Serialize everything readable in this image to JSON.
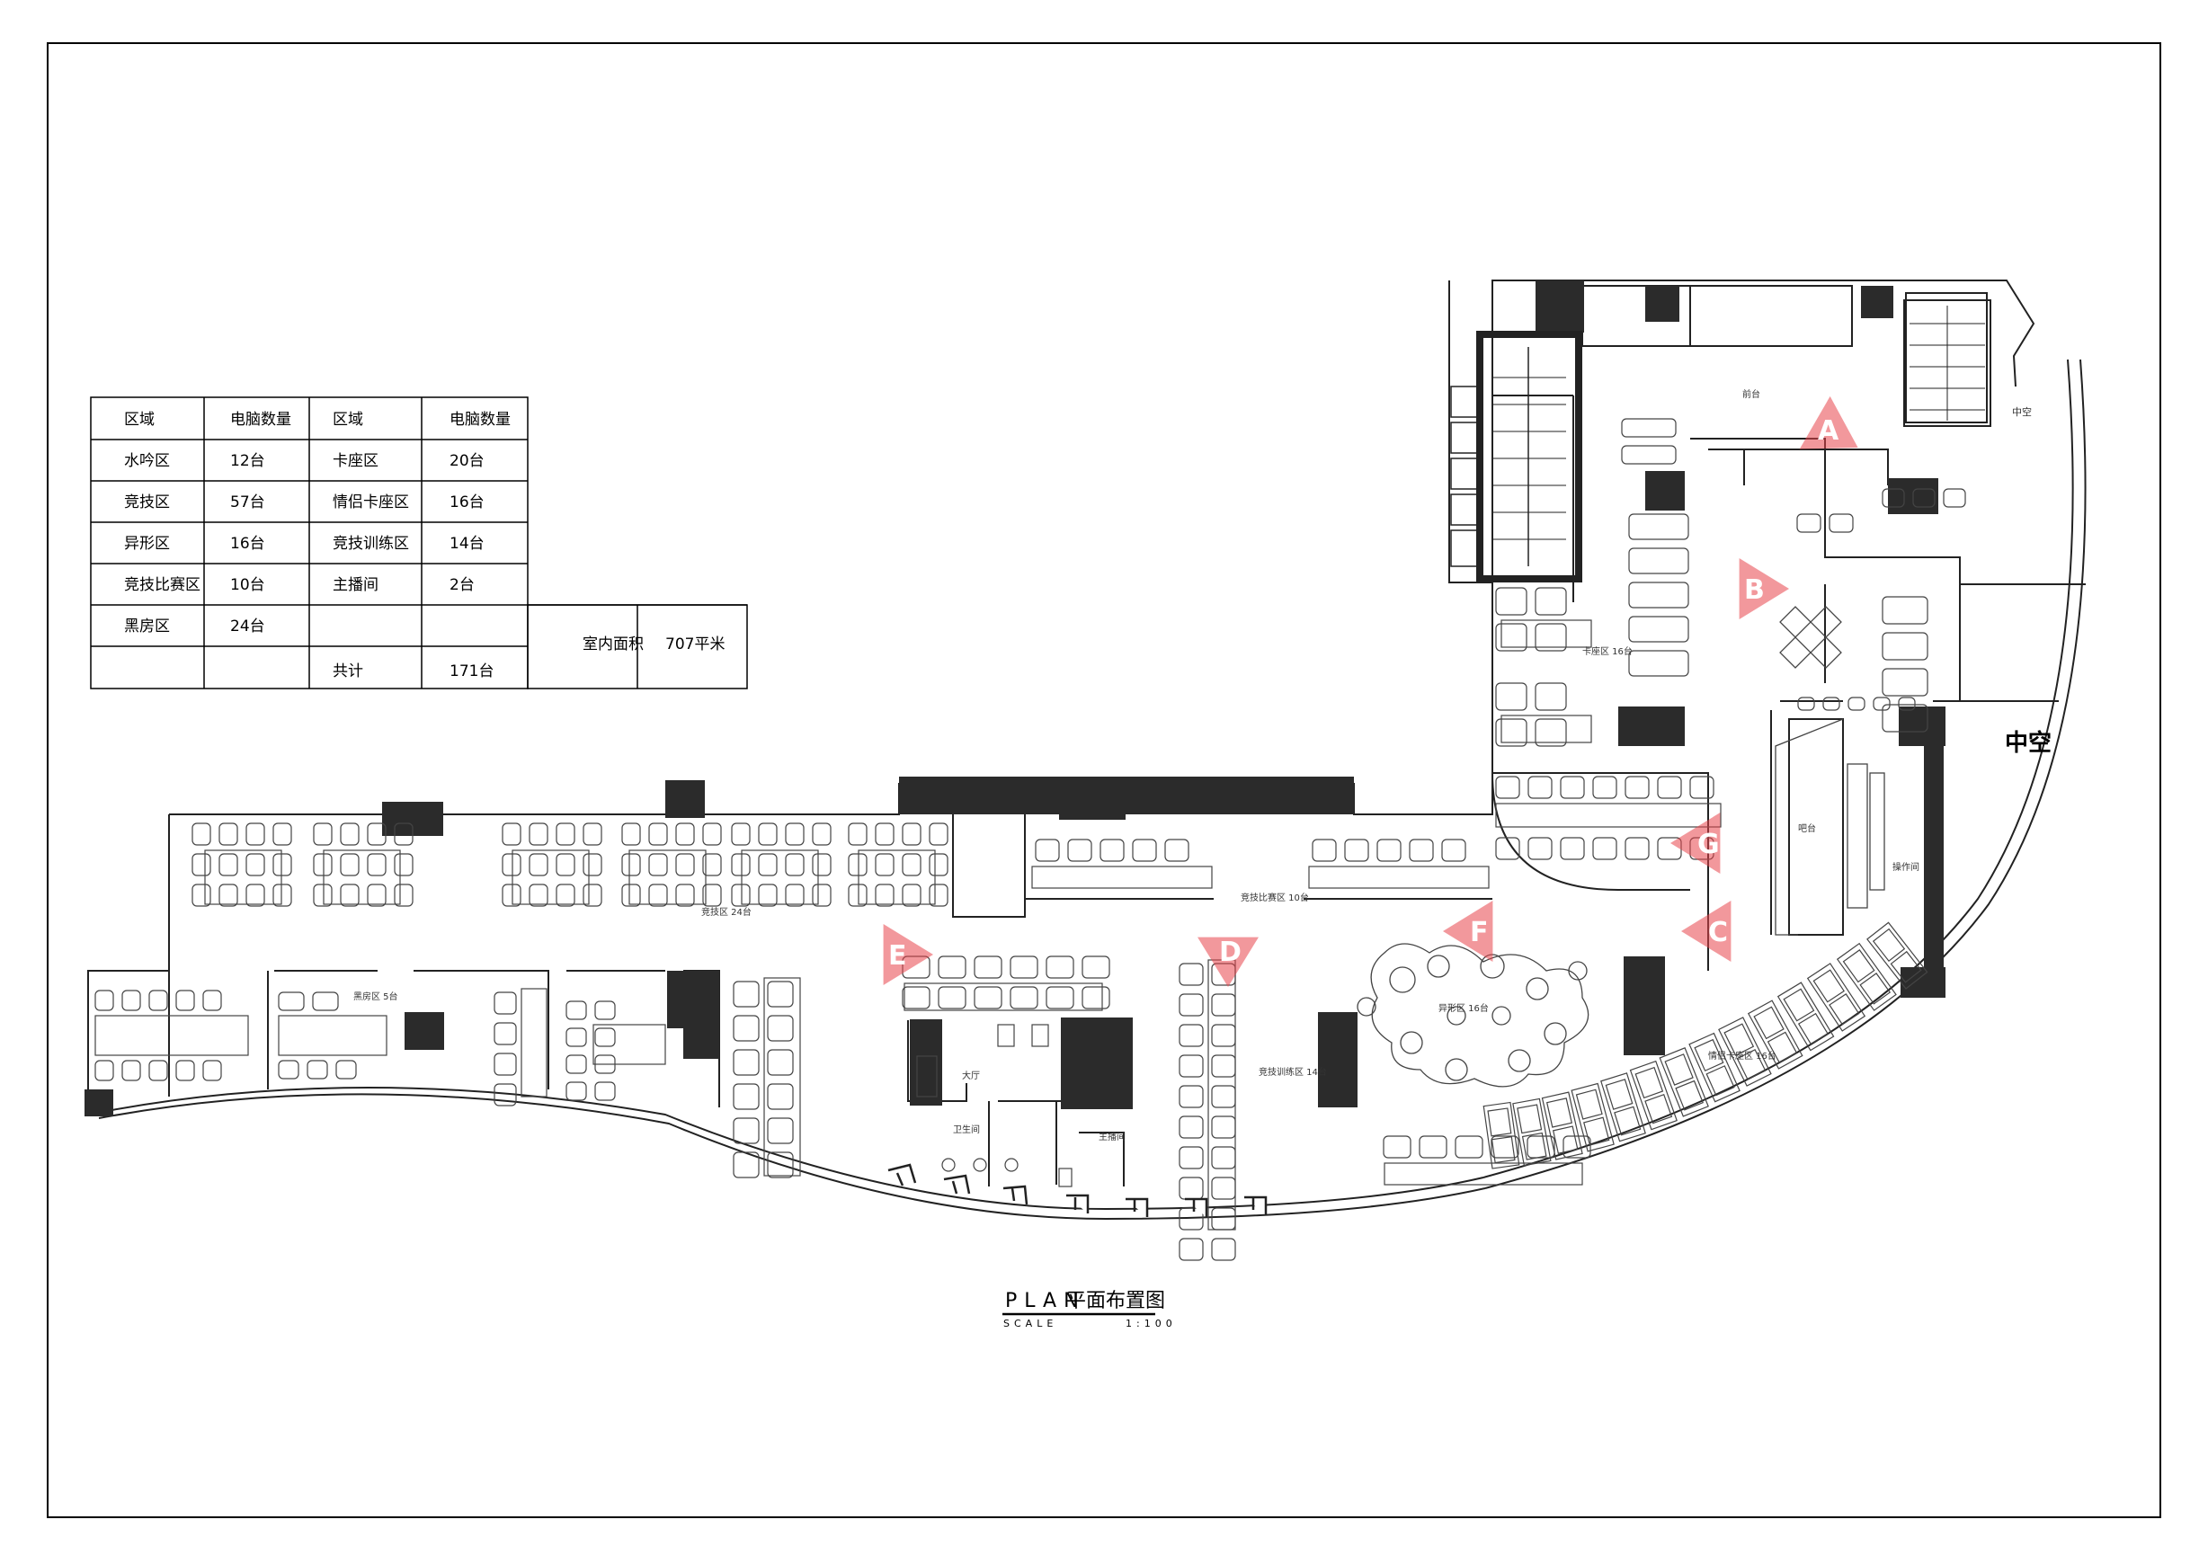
{
  "table": {
    "rows": [
      [
        "区域",
        "电脑数量",
        "区域",
        "电脑数量"
      ],
      [
        "水吟区",
        "12台",
        "卡座区",
        "20台"
      ],
      [
        "竞技区",
        "57台",
        "情侣卡座区",
        "16台"
      ],
      [
        "异形区",
        "16台",
        "竞技训练区",
        "14台"
      ],
      [
        "竞技比赛区",
        "10台",
        "主播间",
        "2台"
      ],
      [
        "黑房区",
        "24台",
        "",
        ""
      ],
      [
        "",
        "",
        "共计",
        "171台"
      ]
    ],
    "indoor_area_label": "室内面积",
    "indoor_area_value": "707平米"
  },
  "labels": {
    "void": "中空",
    "void_small": "中空",
    "title_plan": "PLAN",
    "title_cn": "平面布置图",
    "scale_label": "SCALE",
    "scale_value": "1:100"
  },
  "room_labels": {
    "reception": "前台",
    "booth": "卡座区 16台",
    "hall": "竞技区 24台",
    "black_room": "黑房区 5台",
    "match": "竞技比赛区 10台",
    "training": "竞技训练区 14台",
    "special": "异形区 16台",
    "couple": "情侣卡座区 16台",
    "wc": "卫生间",
    "anchor": "主播间",
    "lobby": "大厅",
    "bar": "吧台",
    "kitchen": "操作间"
  },
  "view_markers": [
    {
      "id": "A",
      "color": "#e8444b"
    },
    {
      "id": "B",
      "color": "#e8444b"
    },
    {
      "id": "C",
      "color": "#e8444b"
    },
    {
      "id": "D",
      "color": "#e8444b"
    },
    {
      "id": "E",
      "color": "#e8444b"
    },
    {
      "id": "F",
      "color": "#e8444b"
    },
    {
      "id": "G",
      "color": "#e8444b"
    }
  ]
}
